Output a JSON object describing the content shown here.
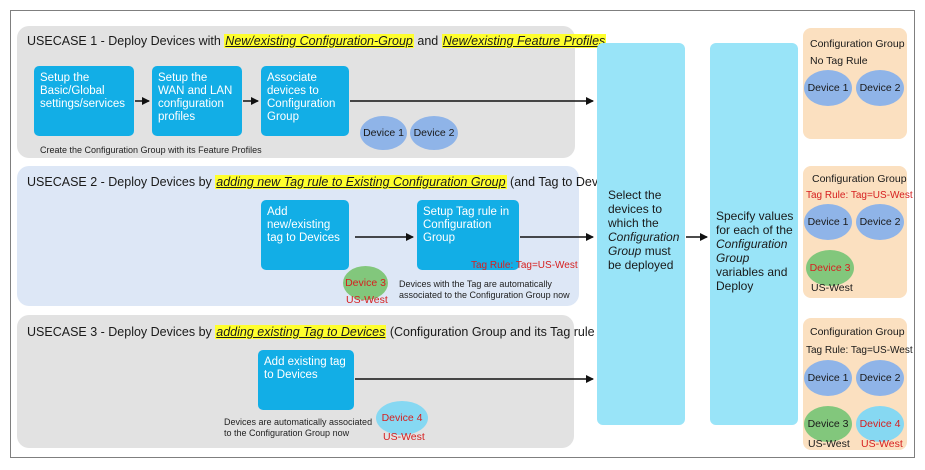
{
  "usecase1": {
    "prefix": "USECASE 1 - Deploy Devices with ",
    "hl1": "New/existing Configuration-Group",
    "mid": " and ",
    "hl2": "New/existing Feature Profiles",
    "box1": "Setup the Basic/Global settings/services",
    "box2": "Setup the WAN and LAN configuration profiles",
    "box3": "Associate devices to Configuration Group",
    "device1": "Device 1",
    "device2": "Device 2",
    "note": "Create the Configuration Group with its Feature Profiles"
  },
  "usecase2": {
    "prefix": "USECASE 2 - Deploy Devices by ",
    "hl": "adding new Tag rule to Existing Configuration Group",
    "suffix": " (and Tag to Devices)",
    "box1": "Add new/existing tag to Devices",
    "box2": "Setup Tag rule in Configuration Group",
    "tag_rule": "Tag Rule: Tag=US-West",
    "device3": "Device 3",
    "device3_tag": "US-West",
    "note": "Devices with the Tag are automatically associated to the Configuration Group now"
  },
  "usecase3": {
    "prefix": "USECASE 3 - Deploy Devices by ",
    "hl": "adding existing Tag to Devices",
    "suffix": " (Configuration Group and its Tag rule already exists)",
    "box1": "Add existing tag to Devices",
    "note": "Devices are automatically associated to the Configuration Group now",
    "device4": "Device 4",
    "device4_tag": "US-West"
  },
  "select_col": {
    "line1": "Select the devices to which the",
    "italic": "Configuration Group",
    "line2": "must be deployed"
  },
  "specify_col": {
    "line1": "Specify values for each of the",
    "italic": "Configuration Group",
    "line2": "variables and Deploy"
  },
  "cg1": {
    "title": "Configuration Group",
    "subtitle": "No Tag Rule",
    "d1": "Device 1",
    "d2": "Device 2"
  },
  "cg2": {
    "title": "Configuration Group",
    "rule": "Tag Rule: Tag=US-West",
    "d1": "Device 1",
    "d2": "Device 2",
    "d3": "Device 3",
    "d3_tag": "US-West"
  },
  "cg3": {
    "title": "Configuration Group",
    "rule": "Tag Rule: Tag=US-West",
    "d1": "Device 1",
    "d2": "Device 2",
    "d3": "Device 3",
    "d3_tag": "US-West",
    "d4": "Device 4",
    "d4_tag": "US-West"
  },
  "colors": {
    "box": "#12aee6",
    "column": "#99e4f8",
    "cg": "#fbe0c0",
    "highlight": "#ffff2e",
    "tag_red": "#d62020"
  }
}
